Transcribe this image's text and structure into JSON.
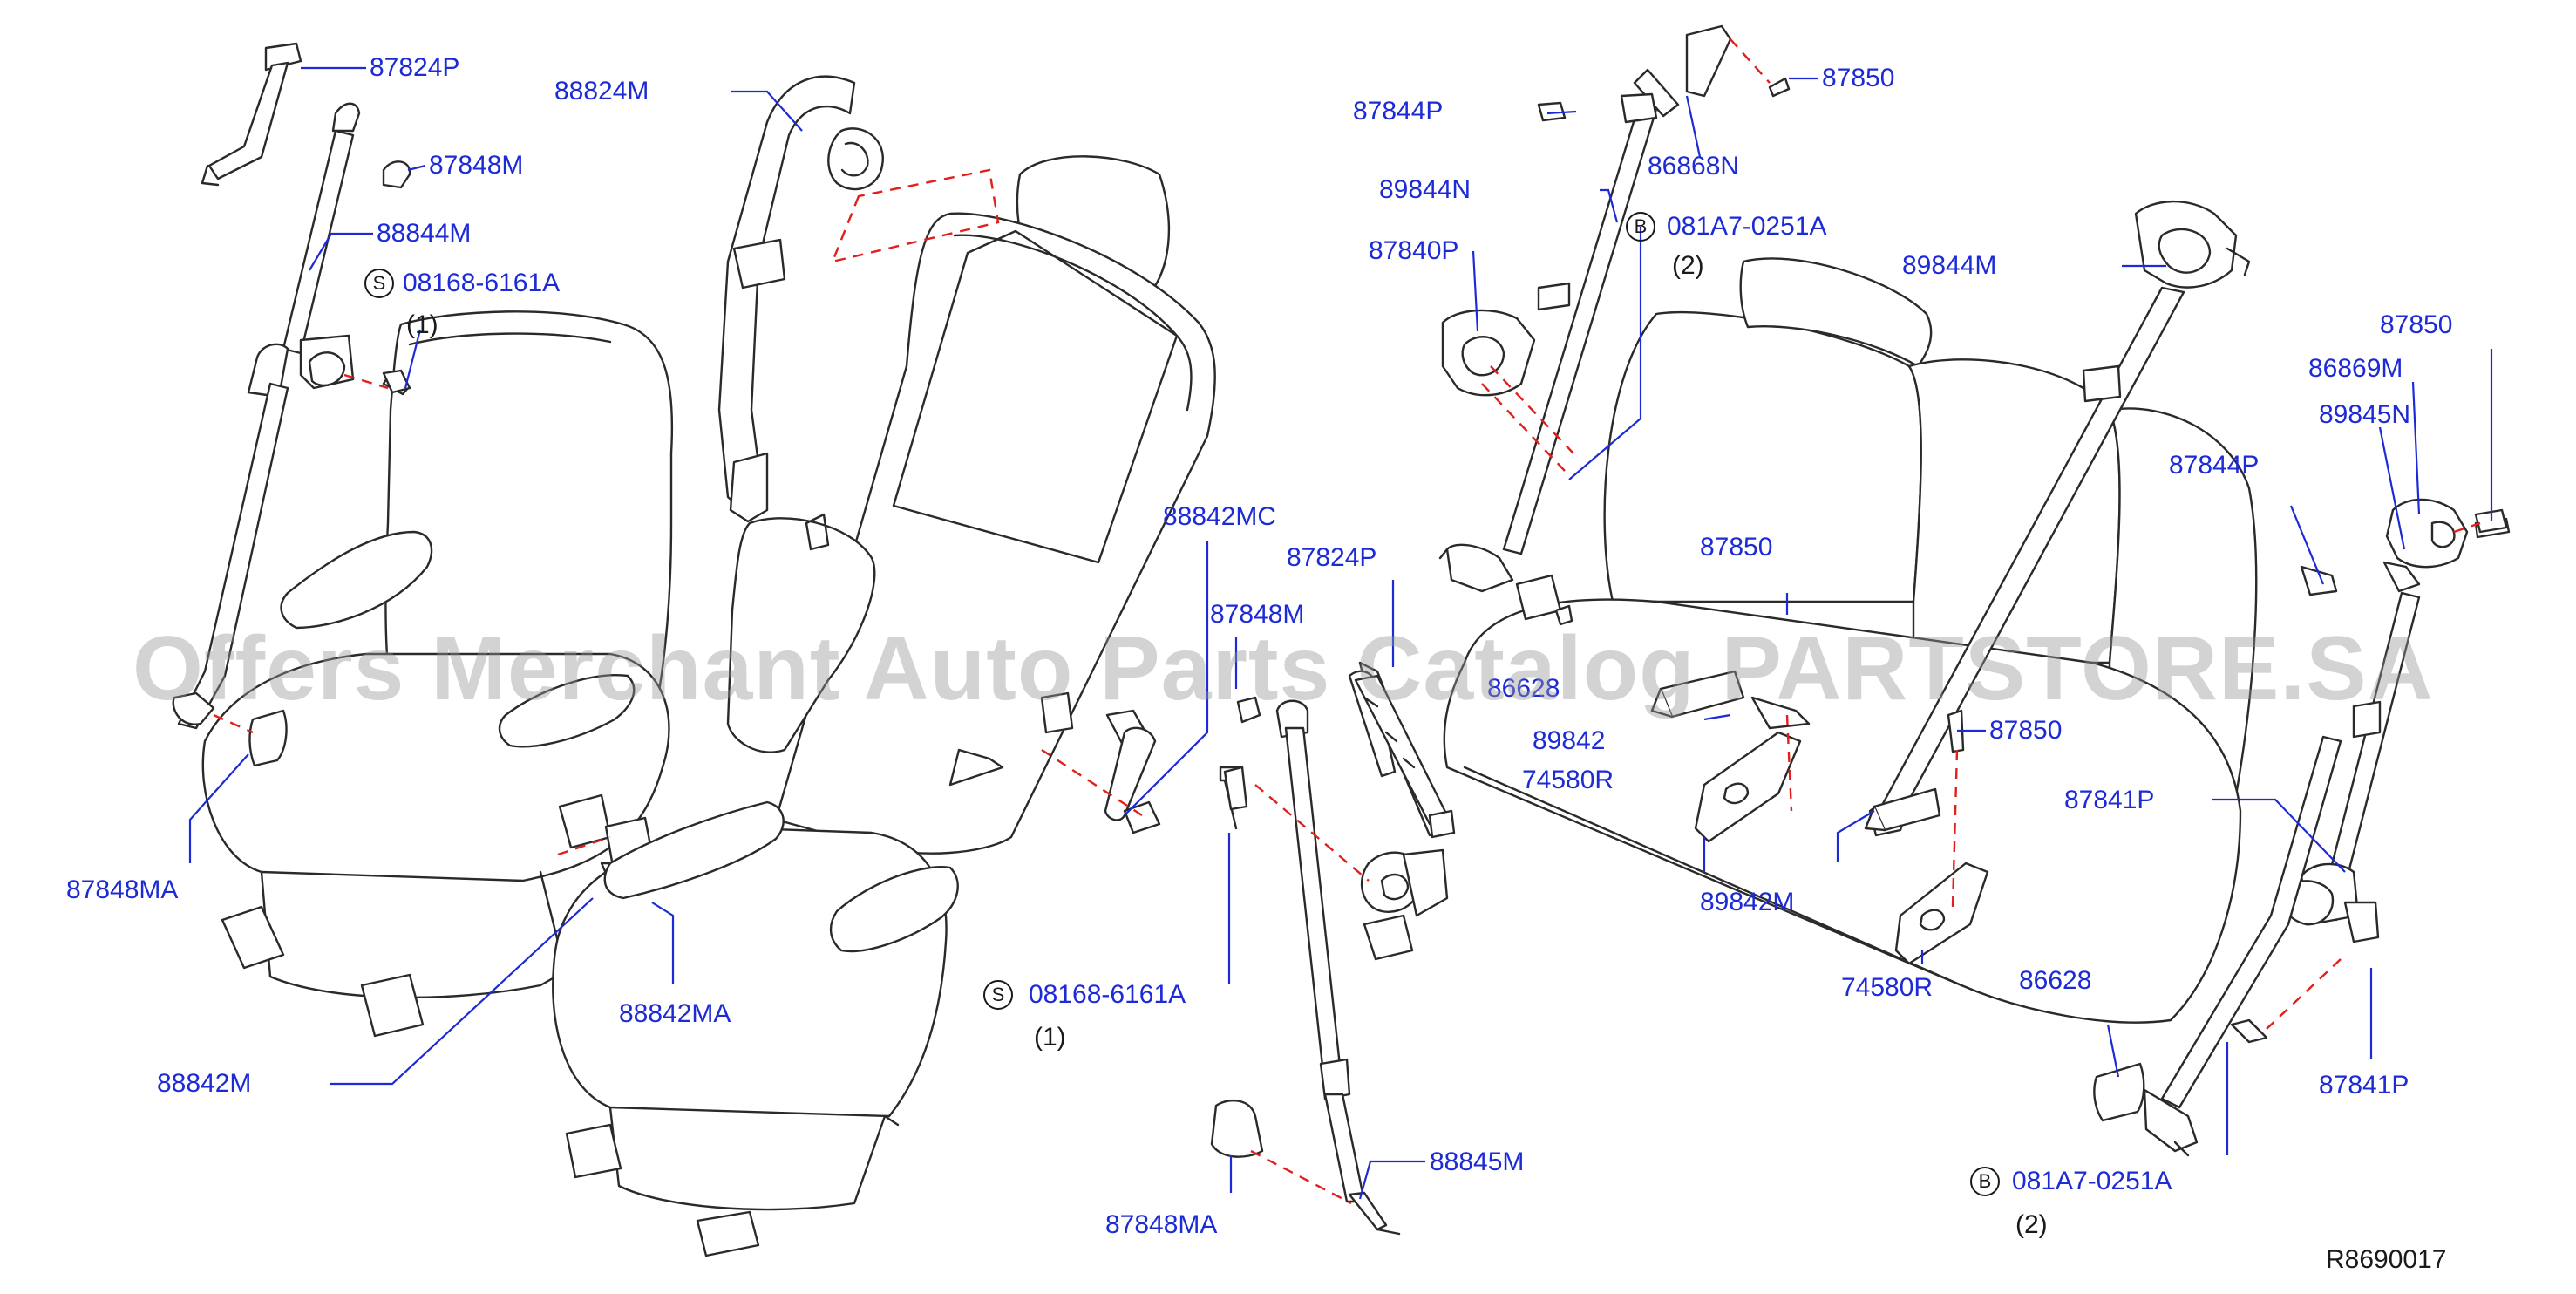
{
  "diagram_ref": "R8690017",
  "watermark": "Offers Merchant Auto Parts Catalog PARTSTORE.SA",
  "colors": {
    "callout": "#1d2bd6",
    "dashed_lead": "#e0201c",
    "line_art": "#2a2a2a",
    "watermark": "#969696"
  },
  "callouts": {
    "p87824p_a": "87824P",
    "p87848m_a": "87848M",
    "p88844m": "88844M",
    "p08168_a": "08168-6161A",
    "p87848ma_a": "87848MA",
    "p88824m": "88824M",
    "p88842ma": "88842MA",
    "p88842m": "88842M",
    "p88842mc": "88842MC",
    "p87824p_b": "87824P",
    "p87848m_b": "87848M",
    "p08168_b": "08168-6161A",
    "p88845m": "88845M",
    "p87848ma_b": "87848MA",
    "p87844p_a": "87844P",
    "p87850_a": "87850",
    "p86868n": "86868N",
    "p89844n": "89844N",
    "p081a7_a": "081A7-0251A",
    "p87840p": "87840P",
    "p89844m": "89844M",
    "p87850_b": "87850",
    "p86628_a": "86628",
    "p89842": "89842",
    "p74580r_a": "74580R",
    "p87850_c": "87850",
    "p89842m": "89842M",
    "p74580r_b": "74580R",
    "p86628_b": "86628",
    "p87850_d": "87850",
    "p86869m": "86869M",
    "p89845n": "89845N",
    "p87844p_b": "87844P",
    "p87841p_a": "87841P",
    "p87841p_b": "87841P",
    "p081a7_b": "081A7-0251A"
  },
  "quantities": {
    "q1_a": "(1)",
    "q1_b": "(1)",
    "q2_a": "(2)",
    "q2_b": "(2)"
  },
  "symbols": {
    "screw": "S",
    "bolt": "B"
  },
  "icons": {
    "screw_symbol": "circled-s-icon",
    "bolt_symbol": "circled-b-icon"
  }
}
